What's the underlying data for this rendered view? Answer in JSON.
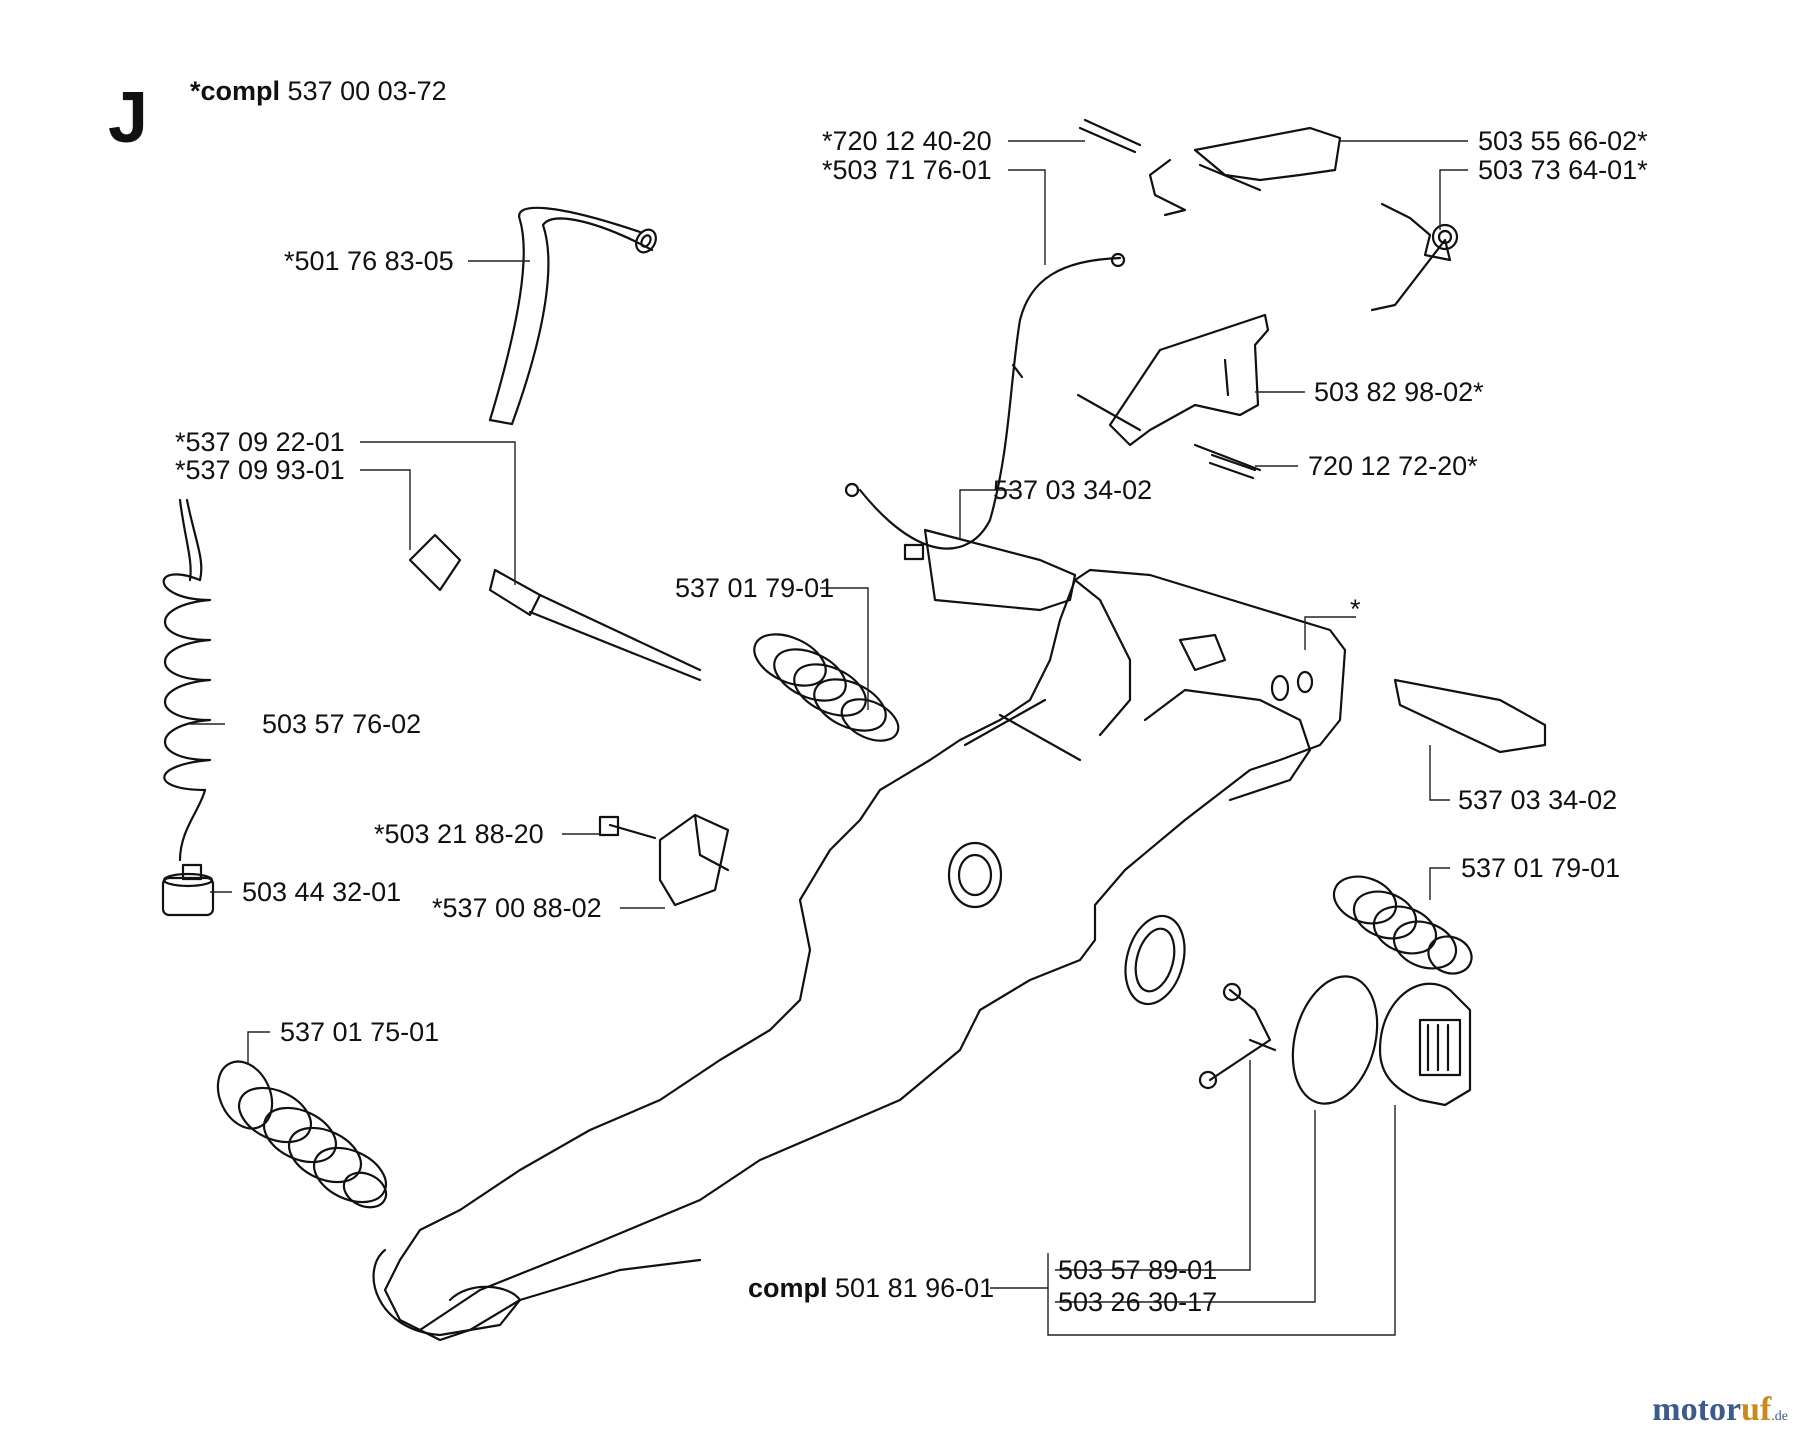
{
  "section_letter": "J",
  "header": {
    "compl_word": "*compl",
    "compl_number": "537 00 03-72"
  },
  "labels": {
    "l_720_12_40_20": "*720 12 40-20",
    "l_503_71_76_01": "*503 71 76-01",
    "l_503_55_66_02": "503 55 66-02*",
    "l_503_73_64_01": "503 73 64-01*",
    "l_501_76_83_05": "*501 76 83-05",
    "l_503_82_98_02": "503 82 98-02*",
    "l_720_12_72_20": "720 12 72-20*",
    "l_537_09_22_01": "*537 09 22-01",
    "l_537_09_93_01": "*537 09 93-01",
    "l_537_03_34_02_top": "537 03 34-02",
    "l_537_01_79_01_left": "537 01 79-01",
    "l_star": "*",
    "l_503_57_76_02": "503 57 76-02",
    "l_537_03_34_02_right": "537 03 34-02",
    "l_537_01_79_01_right": "537 01 79-01",
    "l_503_21_88_20": "*503 21 88-20",
    "l_503_44_32_01": "503 44 32-01",
    "l_537_00_88_02": "*537 00 88-02",
    "l_537_01_75_01": "537 01 75-01",
    "l_503_57_89_01": "503 57 89-01",
    "l_503_26_30_17": "503 26 30-17"
  },
  "footer_group": {
    "compl_word": "compl",
    "compl_number": "501 81 96-01"
  },
  "watermark": {
    "part1": "motor",
    "part2": "uf",
    "suffix": ".de"
  }
}
